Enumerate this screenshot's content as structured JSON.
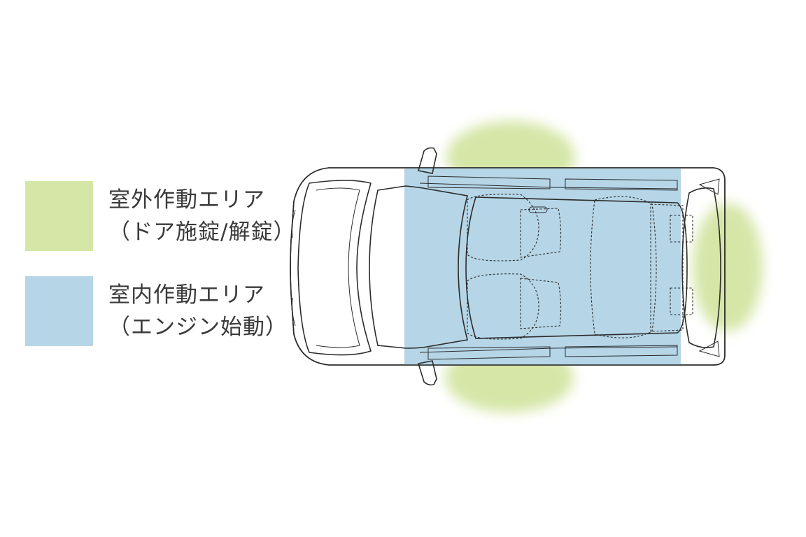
{
  "colors": {
    "exterior_zone": "#d5e6a7",
    "interior_zone": "#b6d6e8",
    "text": "#3a3a3a",
    "outline": "#2b2b2b"
  },
  "legend": {
    "exterior": {
      "line1": "室外作動エリア",
      "line2": "（ドア施錠/解錠）"
    },
    "interior": {
      "line1": "室内作動エリア",
      "line2": "（エンジン始動）"
    }
  }
}
